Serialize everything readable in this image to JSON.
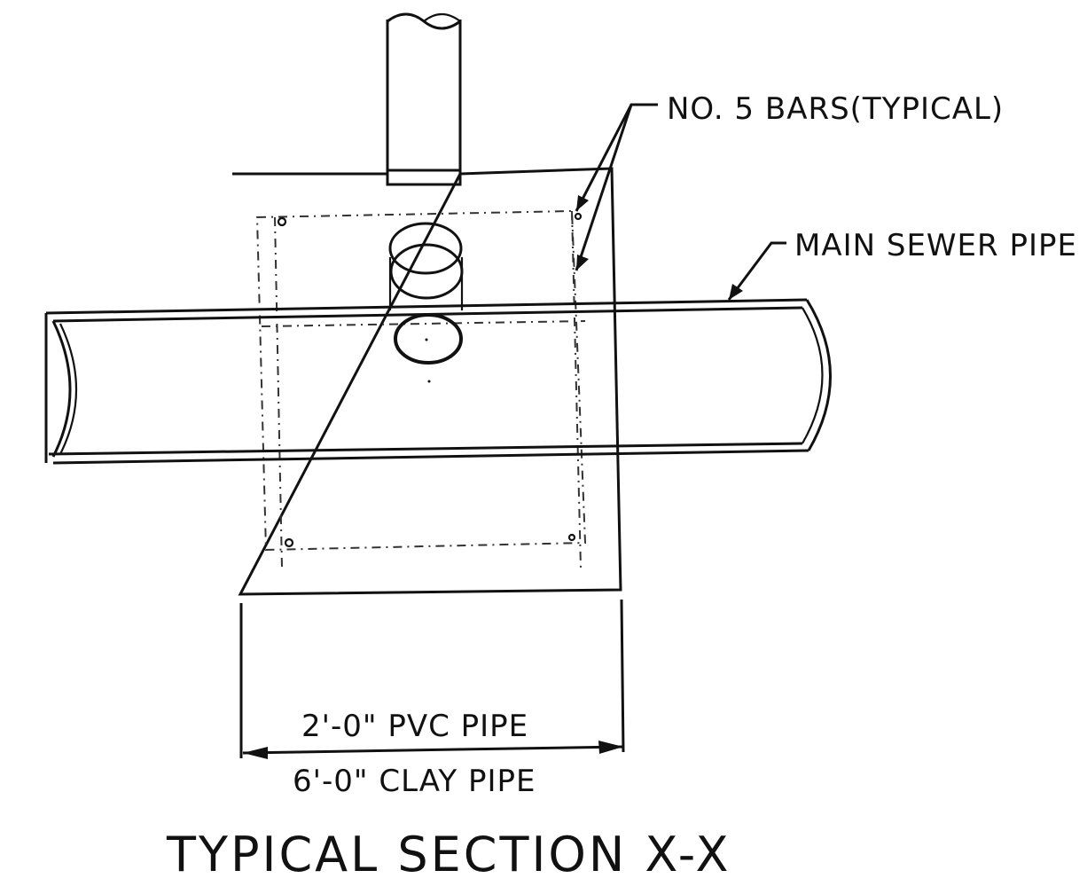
{
  "labels": {
    "bars": "NO. 5 BARS(TYPICAL)",
    "main_sewer_pipe": "MAIN SEWER PIPE",
    "dim_pvc": "2'-0\" PVC PIPE",
    "dim_clay": "6'-0\" CLAY PIPE",
    "title": "TYPICAL SECTION X-X"
  }
}
